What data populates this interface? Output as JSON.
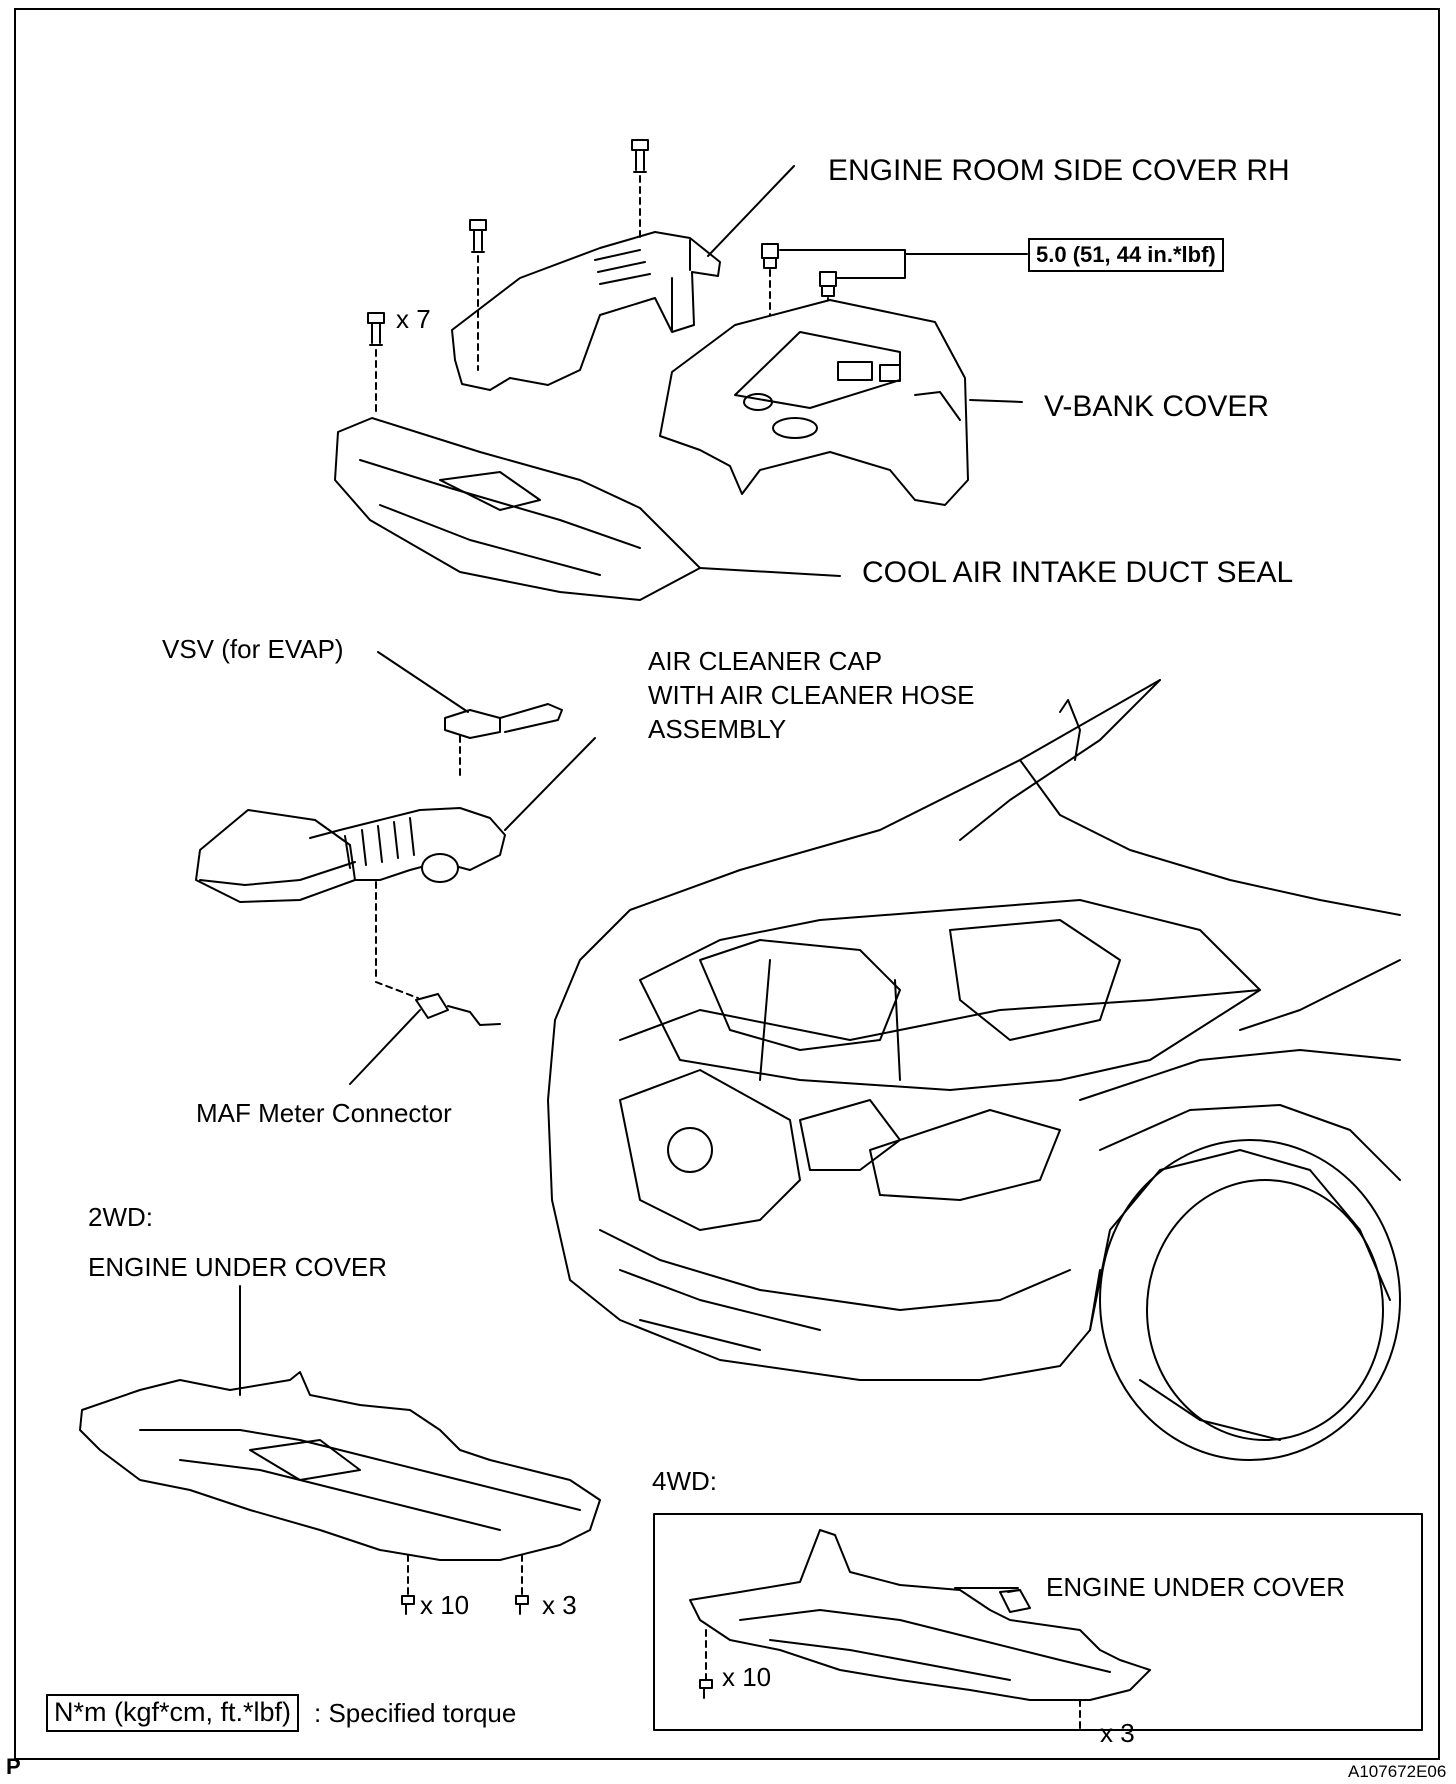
{
  "labels": {
    "engine_room_side_cover_rh": "ENGINE ROOM SIDE COVER RH",
    "torque_spec": "5.0 (51, 44 in.*lbf)",
    "x7": "x 7",
    "v_bank_cover": "V-BANK COVER",
    "cool_air_intake_duct_seal": "COOL AIR INTAKE DUCT SEAL",
    "vsv": "VSV (for EVAP)",
    "air_cleaner_line1": "AIR CLEANER CAP",
    "air_cleaner_line2": "WITH AIR CLEANER HOSE",
    "air_cleaner_line3": "ASSEMBLY",
    "maf_connector": "MAF Meter Connector",
    "twowd": "2WD:",
    "engine_under_cover_2wd": "ENGINE UNDER COVER",
    "x10_2wd": "x 10",
    "x3_2wd": "x 3",
    "fourwd": "4WD:",
    "engine_under_cover_4wd": "ENGINE UNDER COVER",
    "x10_4wd": "x 10",
    "x3_4wd": "x 3",
    "legend_box": "N*m (kgf*cm, ft.*lbf)",
    "legend_text": ": Specified torque",
    "page_mark": "P",
    "figure_code": "A107672E06"
  }
}
